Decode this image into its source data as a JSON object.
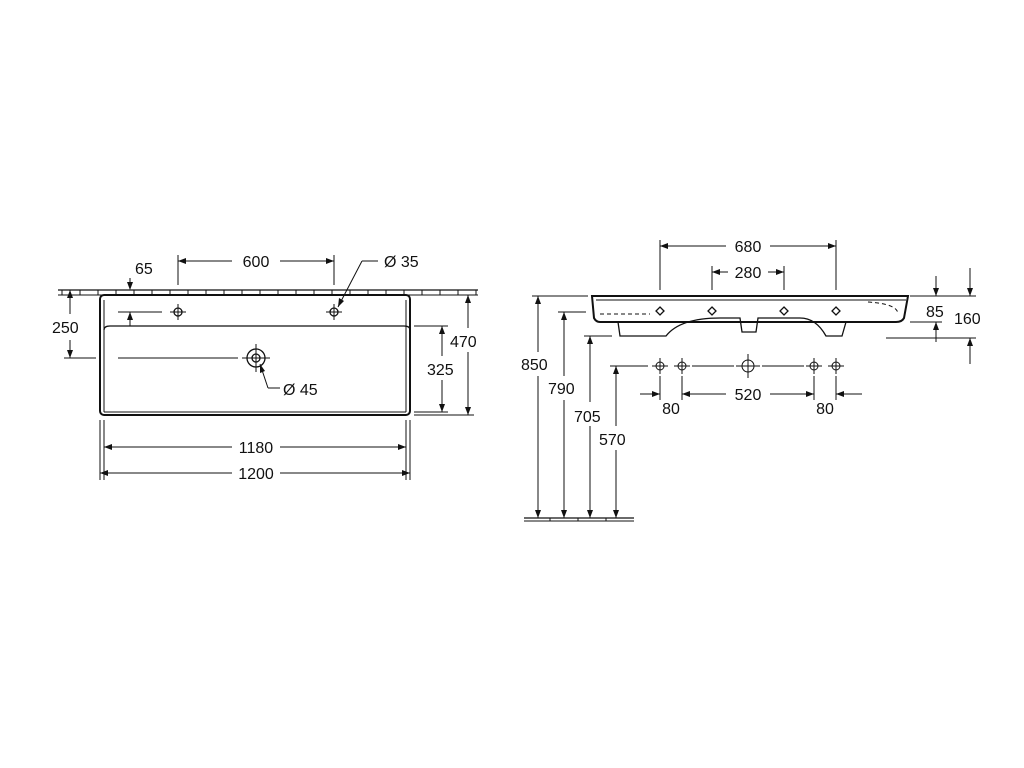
{
  "plan_view": {
    "dim_tap_spacing": "600",
    "dim_tap_hole": "Ø 35",
    "dim_back_offset": "65",
    "dim_tap_depth": "250",
    "dim_waste_depth": "325",
    "dim_overall_depth": "470",
    "dim_waste_hole": "Ø 45",
    "dim_inner_width": "1180",
    "dim_overall_width": "1200"
  },
  "side_view": {
    "dim_top_span": "680",
    "dim_inner_span": "280",
    "dim_rim_height": "85",
    "dim_total_height": "160",
    "dim_floor_top": "850",
    "dim_floor_rim": "790",
    "dim_floor_basin": "705",
    "dim_floor_waste": "570",
    "dim_left_tap": "80",
    "dim_tap_span": "520",
    "dim_right_tap": "80"
  }
}
